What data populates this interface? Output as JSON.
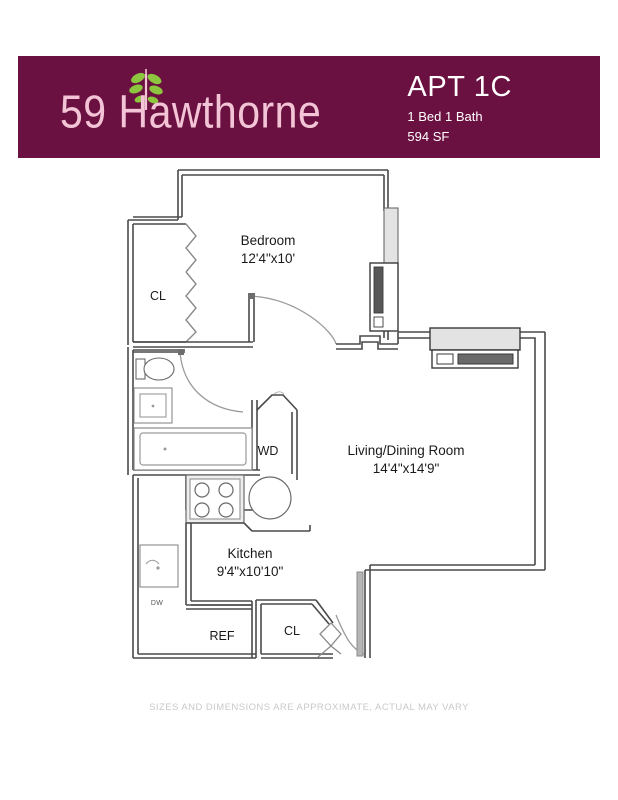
{
  "brand": {
    "logo_text": "59 Hawthorne",
    "logo_icon": "sprout-leaves-icon",
    "banner_color": "#6b1141",
    "logo_color": "#f3c4d6",
    "leaf_color": "#8cc63f"
  },
  "header": {
    "apt_title": "APT 1C",
    "beds_baths": "1 Bed 1 Bath",
    "square_feet": "594 SF"
  },
  "floorplan": {
    "rooms": [
      {
        "name": "Bedroom",
        "dimensions": "12'4\"x10'"
      },
      {
        "name": "Living/Dining Room",
        "dimensions": "14'4\"x14'9\""
      },
      {
        "name": "Kitchen",
        "dimensions": "9'4\"x10'10\""
      }
    ],
    "bedroom": {
      "name": "Bedroom",
      "dimensions": "12'4\"x10'"
    },
    "living": {
      "name": "Living/Dining Room",
      "dimensions": "14'4\"x14'9\""
    },
    "kitchen": {
      "name": "Kitchen",
      "dimensions": "9'4\"x10'10\""
    },
    "closet_bedroom": "CL",
    "closet_entry": "CL",
    "washer_dryer": "WD",
    "refrigerator": "REF",
    "dishwasher": "DW",
    "fixtures": [
      "toilet-icon",
      "vanity-sink-icon",
      "bathtub-icon",
      "stove-4-burner-icon",
      "round-sink-icon",
      "kitchen-sink-icon",
      "radiator-icon",
      "window-icon",
      "entry-door-icon",
      "bedroom-door-icon",
      "bathroom-door-icon"
    ],
    "line_color": "#3a3a3a"
  },
  "footer": {
    "disclaimer": "SIZES AND DIMENSIONS ARE APPROXIMATE, ACTUAL MAY VARY"
  }
}
